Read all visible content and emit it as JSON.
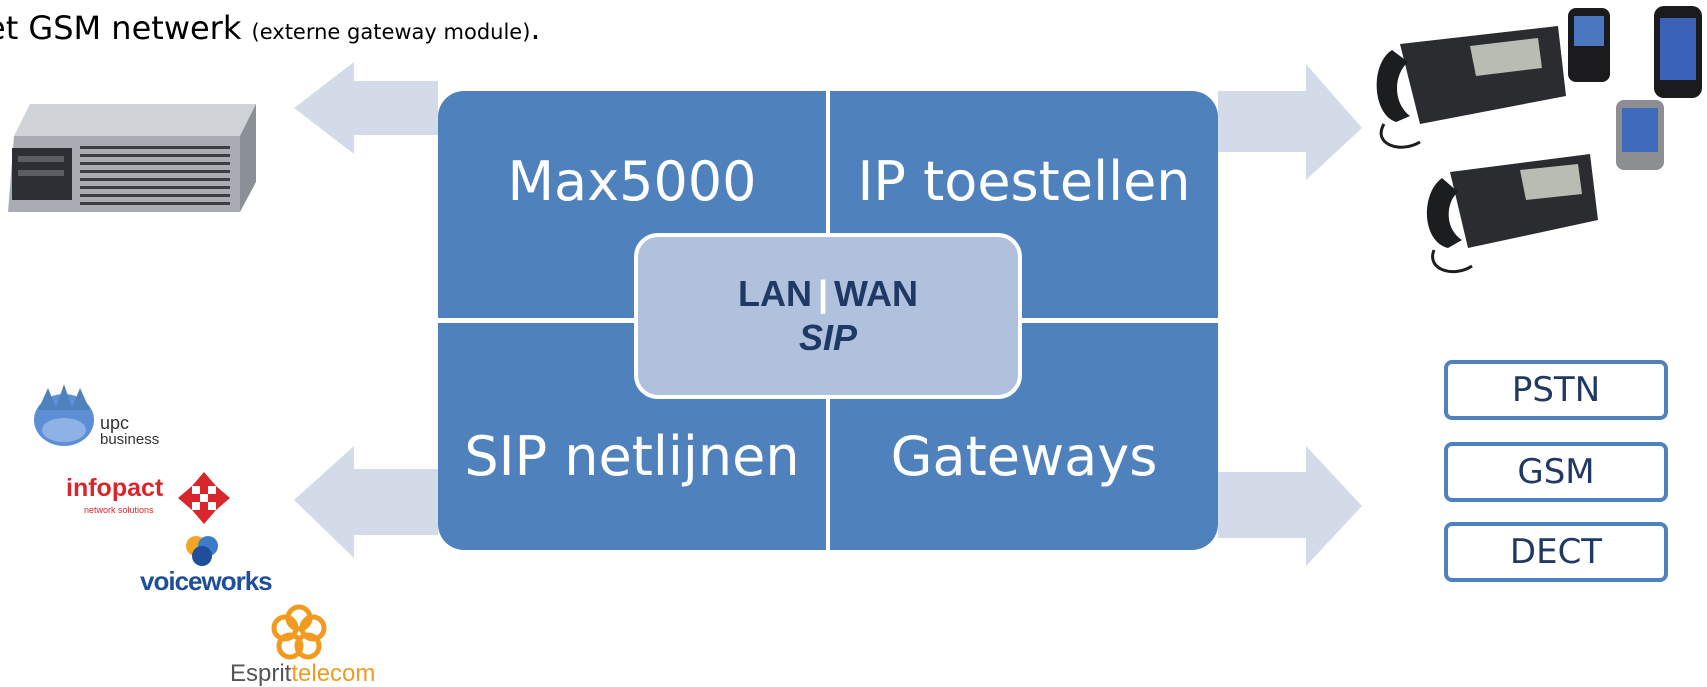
{
  "header": {
    "main": "et GSM netwerk",
    "note": "(externe gateway module)",
    "period": "."
  },
  "matrix": {
    "top_left": "Max5000",
    "top_right": "IP toestellen",
    "bottom_left": "SIP netlijnen",
    "bottom_right": "Gateways",
    "center_lan": "LAN",
    "center_sep": "|",
    "center_wan": "WAN",
    "center_protocol": "SIP"
  },
  "protocols": [
    "PSTN",
    "GSM",
    "DECT"
  ],
  "logos": {
    "upc_line1": "upc",
    "upc_line2": "business",
    "infopact": "infopact",
    "infopact_sub": "network solutions",
    "voiceworks": "voiceworks",
    "esprit": "Esprit",
    "esprit_telecom": "telecom"
  },
  "colors": {
    "quadrant": "#4f81bd",
    "center": "#b0c1dd",
    "arrow": "#d3dae8",
    "text_dark": "#1f3864"
  },
  "icons": [
    "server-icon",
    "desk-phone-icon",
    "mobile-phone-icon",
    "upc-logo",
    "infopact-logo",
    "voiceworks-logo",
    "esprit-telecom-logo"
  ]
}
